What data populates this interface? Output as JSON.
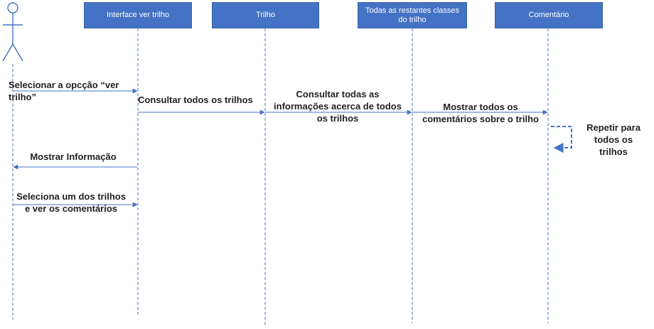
{
  "participants": [
    {
      "id": "actor",
      "label": ""
    },
    {
      "id": "interface",
      "label": "Interface ver trilho"
    },
    {
      "id": "trilho",
      "label": "Trilho"
    },
    {
      "id": "restantes",
      "label": "Todas as restantes classes do trilho"
    },
    {
      "id": "comentario",
      "label": "Comentário"
    }
  ],
  "messages": [
    {
      "label": "Selecionar a opcção “ver trilho”",
      "from": "actor",
      "to": "interface"
    },
    {
      "label": "Consultar todos os trilhos",
      "from": "interface",
      "to": "trilho"
    },
    {
      "label": "Consultar todas as informações acerca de todos os trilhos",
      "from": "trilho",
      "to": "restantes"
    },
    {
      "label": "Mostrar todos os comentários sobre o trilho",
      "from": "restantes",
      "to": "comentario"
    },
    {
      "label": "Mostrar Informação",
      "from": "interface",
      "to": "actor"
    },
    {
      "label": "Seleciona um dos trilhos e ver os comentários",
      "from": "actor",
      "to": "interface"
    }
  ],
  "loop": {
    "label": "Repetir para todos os trilhos"
  },
  "colors": {
    "box_fill": "#4472c4",
    "line": "#4472c4",
    "text": "#222222"
  }
}
